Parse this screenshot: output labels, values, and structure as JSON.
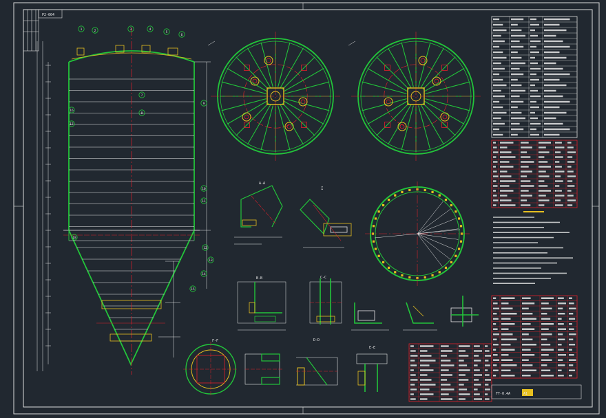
{
  "colors": {
    "background": "#212830",
    "frame": "#dcdcdc",
    "structure": "#22c43a",
    "centerline": "#e0202a",
    "dimension": "#e8e8e8",
    "accent": "#e7c020",
    "table_frame": "#e0202a",
    "table_text": "#e8e8e8"
  },
  "title_block": {
    "drawing_no": "FT-0.4A",
    "sheet": "A1",
    "label_left": "P2-004"
  },
  "section_labels": [
    "A-A",
    "B-B",
    "C-C",
    "D-D",
    "E-E",
    "F-F",
    "I"
  ],
  "top_view_titles": [
    "",
    ""
  ],
  "views": {
    "balloons_main": [
      "1",
      "2",
      "3",
      "4",
      "5",
      "6",
      "7",
      "8",
      "9",
      "10",
      "11",
      "12",
      "13",
      "14",
      "15",
      "16",
      "17",
      "18"
    ]
  }
}
